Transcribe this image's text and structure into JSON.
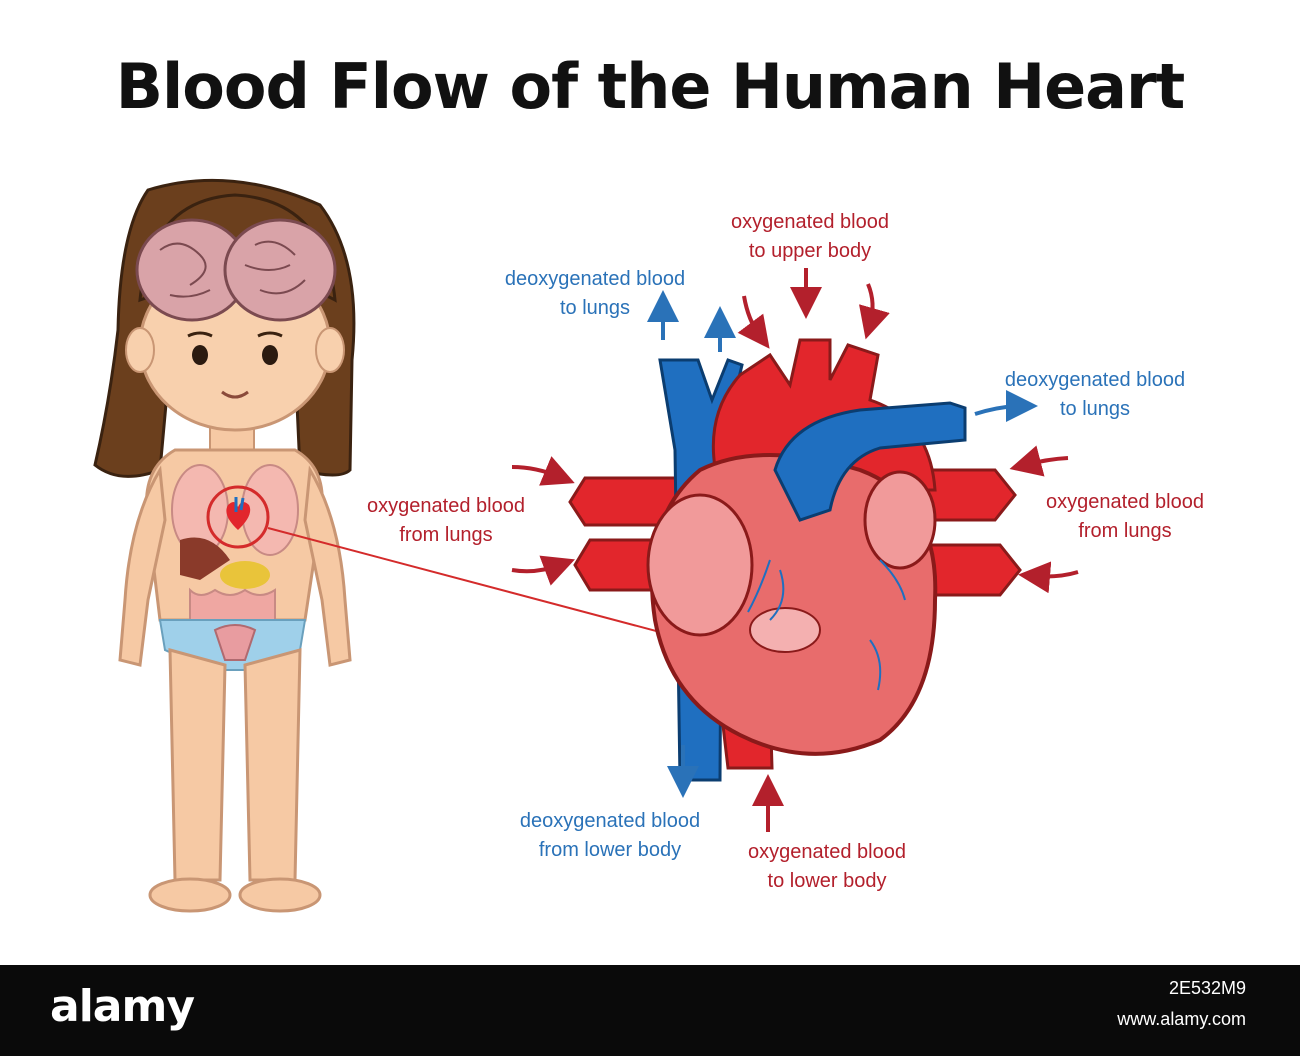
{
  "title": "Blood Flow of the Human Heart",
  "labels": {
    "deoxy_lungs_left": [
      "deoxygenated blood",
      "to lungs"
    ],
    "oxy_upper_body": [
      "oxygenated blood",
      "to upper body"
    ],
    "deoxy_lungs_right": [
      "deoxygenated blood",
      "to lungs"
    ],
    "oxy_from_lungs_left": [
      "oxygenated blood",
      "from lungs"
    ],
    "oxy_from_lungs_right": [
      "oxygenated blood",
      "from lungs"
    ],
    "deoxy_lower_body": [
      "deoxygenated blood",
      "from lower body"
    ],
    "oxy_lower_body": [
      "oxygenated blood",
      "to lower body"
    ]
  },
  "colors": {
    "deoxygenated": "#2a72b8",
    "oxygenated": "#b3202c",
    "heart": "#e86c6c",
    "vessel_red": "#e2262c",
    "vessel_blue": "#1f6fc0"
  },
  "footer": {
    "brand": "alamy",
    "image_id": "2E532M9",
    "url": "www.alamy.com"
  }
}
